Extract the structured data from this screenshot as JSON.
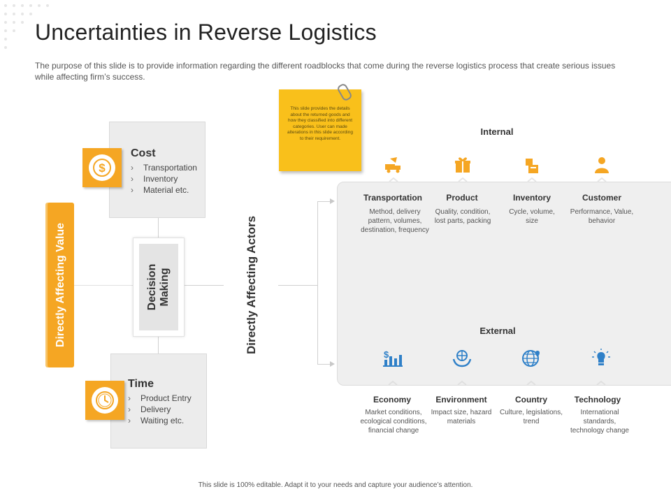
{
  "header": {
    "title": "Uncertainties in Reverse Logistics",
    "subtitle": "The purpose of this slide is to provide information regarding the different roadblocks that come during the reverse  logistics process that create serious issues while affecting firm’s success."
  },
  "left": {
    "vertical_label": "Directly Affecting Value",
    "cost": {
      "icon": "dollar-icon",
      "title": "Cost",
      "items": [
        "Transportation",
        "Inventory",
        "Material etc."
      ]
    },
    "time": {
      "icon": "clock-icon",
      "title": "Time",
      "items": [
        "Product Entry",
        "Delivery",
        "Waiting etc."
      ]
    },
    "decision": {
      "line1": "Decision",
      "line2": "Making"
    }
  },
  "center": {
    "actors_label": "Directly Affecting Actors"
  },
  "sticky_note": {
    "text": "This slide provides the details about the returned goods and how they classified into different categories. User can made alterations in this slide according to their requirement."
  },
  "internal": {
    "label": "Internal",
    "items": [
      {
        "icon": "truck-icon",
        "title": "Transportation",
        "desc": "Method, delivery pattern, volumes, destination, frequency"
      },
      {
        "icon": "gift-box-icon",
        "title": "Product",
        "desc": "Quality, condition, lost parts, packing"
      },
      {
        "icon": "boxes-icon",
        "title": "Inventory",
        "desc": "Cycle, volume, size"
      },
      {
        "icon": "person-icon",
        "title": "Customer",
        "desc": "Performance, Value, behavior"
      }
    ]
  },
  "external": {
    "label": "External",
    "items": [
      {
        "icon": "bar-chart-dollar-icon",
        "title": "Economy",
        "desc": "Market conditions, ecological conditions, financial change"
      },
      {
        "icon": "globe-hands-icon",
        "title": "Environment",
        "desc": "Impact size, hazard materials"
      },
      {
        "icon": "globe-pin-icon",
        "title": "Country",
        "desc": "Culture, legislations, trend"
      },
      {
        "icon": "lightbulb-icon",
        "title": "Technology",
        "desc": "International standards, technology change"
      }
    ]
  },
  "footer": {
    "text": "This slide is 100% editable. Adapt it to your needs and capture your audience’s attention."
  },
  "colors": {
    "accent": "#f5a623",
    "internal_icon": "#f5a623",
    "external_icon": "#2f80c8",
    "panel": "#efefef"
  }
}
